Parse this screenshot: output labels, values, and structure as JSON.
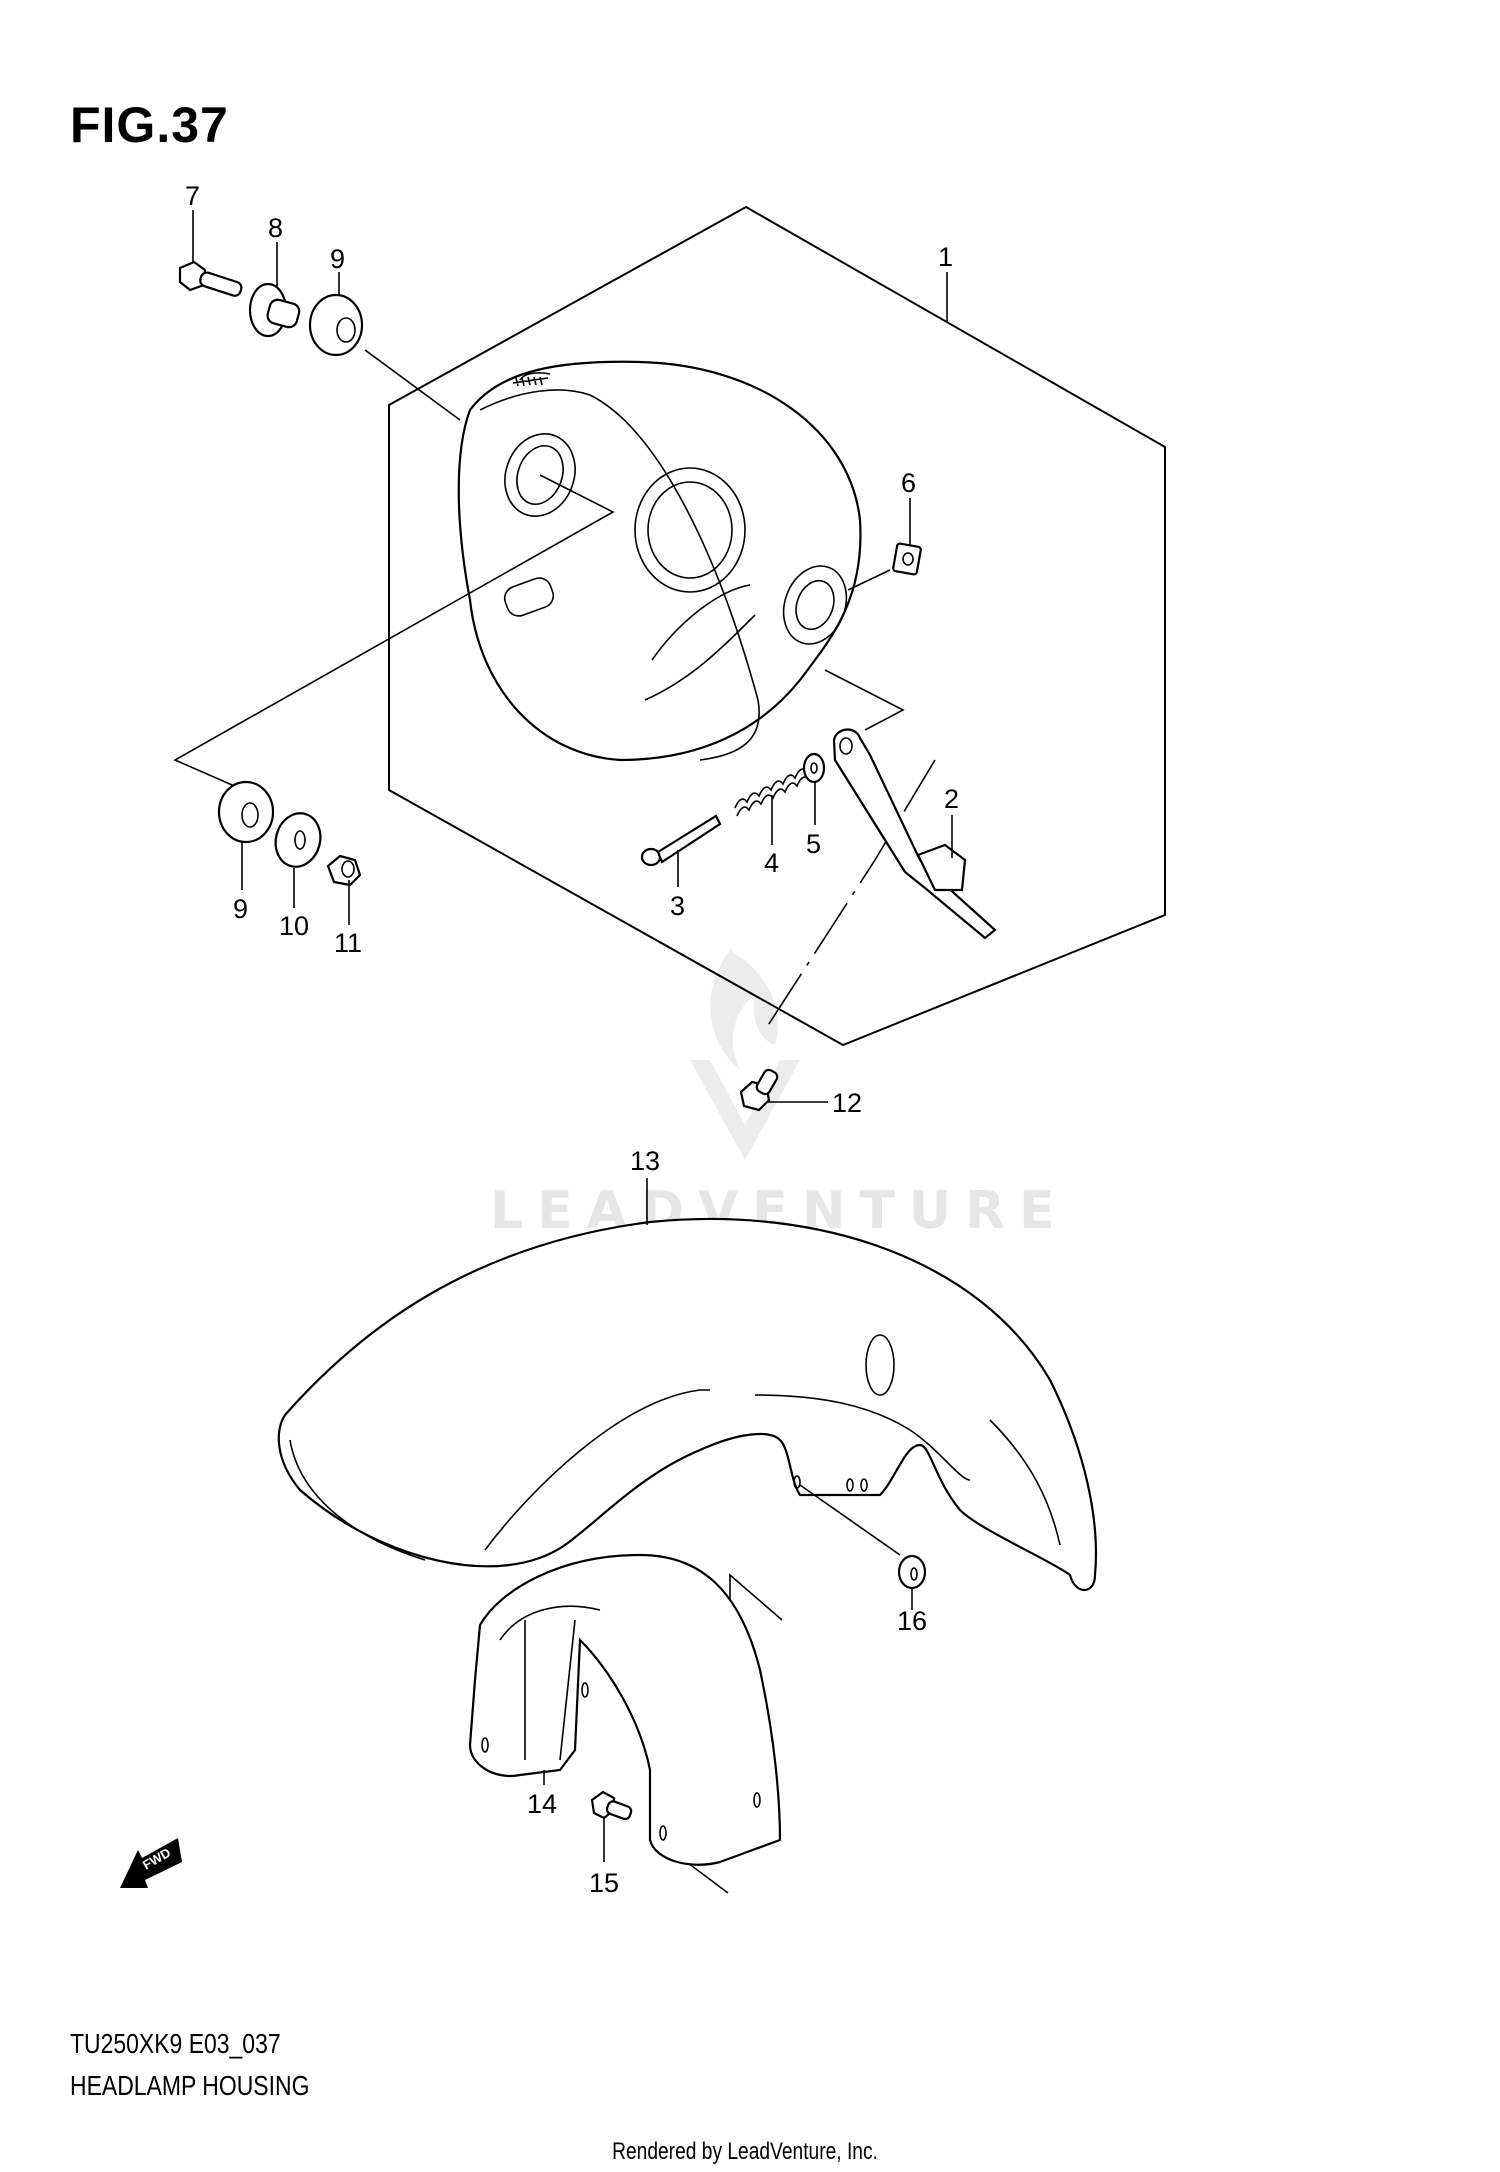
{
  "figure": {
    "title": "FIG.37",
    "model_code": "TU250XK9 E03_037",
    "name": "HEADLAMP HOUSING"
  },
  "watermark": {
    "text": "LEADVENTURE"
  },
  "credit": "Rendered by LeadVenture, Inc.",
  "fwd_label": "FWD",
  "callouts": [
    {
      "id": "c7",
      "label": "7",
      "part": "bolt"
    },
    {
      "id": "c8",
      "label": "8",
      "part": "collar"
    },
    {
      "id": "c9a",
      "label": "9",
      "part": "cushion"
    },
    {
      "id": "c1",
      "label": "1",
      "part": "headlamp housing assembly"
    },
    {
      "id": "c6",
      "label": "6",
      "part": "nut clip"
    },
    {
      "id": "c2",
      "label": "2",
      "part": "bracket"
    },
    {
      "id": "c3",
      "label": "3",
      "part": "screw"
    },
    {
      "id": "c4",
      "label": "4",
      "part": "spring"
    },
    {
      "id": "c5",
      "label": "5",
      "part": "washer"
    },
    {
      "id": "c9b",
      "label": "9",
      "part": "cushion"
    },
    {
      "id": "c10",
      "label": "10",
      "part": "washer"
    },
    {
      "id": "c11",
      "label": "11",
      "part": "nut"
    },
    {
      "id": "c12",
      "label": "12",
      "part": "bolt"
    },
    {
      "id": "c13",
      "label": "13",
      "part": "front fender"
    },
    {
      "id": "c14",
      "label": "14",
      "part": "fender brace"
    },
    {
      "id": "c15",
      "label": "15",
      "part": "bolt"
    },
    {
      "id": "c16",
      "label": "16",
      "part": "nut"
    }
  ]
}
